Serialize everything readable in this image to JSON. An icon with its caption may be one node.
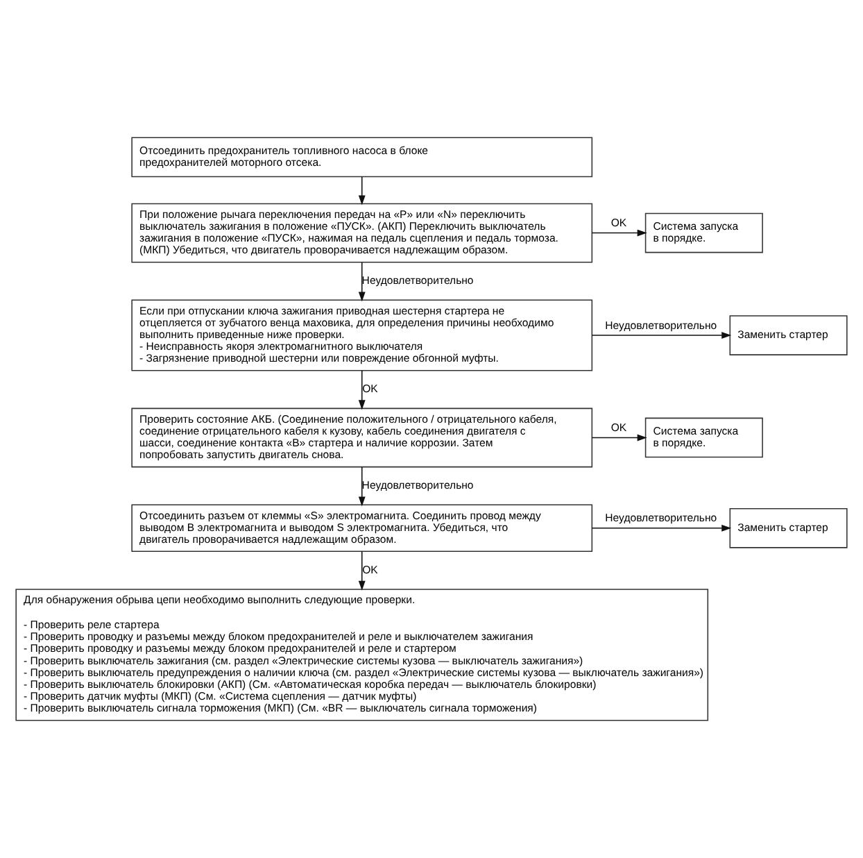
{
  "diagram": {
    "nodes": [
      {
        "text": [
          "Отсоединить предохранитель топливного насоса в блоке предохранителей моторного отсека."
        ]
      },
      {
        "text": [
          "При положение рычага переключения передач на «P» или «N» переключить выключатель зажигания в положение «ПУСК». (АКП) Переключить выключатель зажигания в положение «ПУСК», нажимая на педаль сцепления и педаль тормоза. (МКП) Убедиться, что двигатель проворачивается надлежащим образом."
        ]
      },
      {
        "text": [
          "Система запуска в порядке."
        ]
      },
      {
        "text": [
          "Если при отпускании ключа зажигания приводная шестерня стартера не отцепляется от зубчатого венца маховика, для определения причины необходимо выполнить приведенные ниже проверки.",
          "- Неисправность якоря электромагнитного выключателя",
          "- Загрязнение приводной шестерни или повреждение обгонной муфты."
        ]
      },
      {
        "text": [
          "Заменить стартер"
        ]
      },
      {
        "text": [
          "Проверить состояние АКБ. (Соединение положительного / отрицательного кабеля, соединение отрицательного кабеля к кузову, кабель соединения двигателя с шасси, соединение контакта «B» стартера и наличие коррозии. Затем попробовать запустить двигатель снова."
        ]
      },
      {
        "text": [
          "Система запуска в порядке."
        ]
      },
      {
        "text": [
          "Отсоединить разъем от клеммы «S» электромагнита. Соединить провод между выводом B электромагнита и выводом S электромагнита. Убедиться, что двигатель проворачивается надлежащим образом."
        ]
      },
      {
        "text": [
          "Заменить стартер"
        ]
      },
      {
        "text": [
          "Для обнаружения обрыва цепи необходимо выполнить следующие проверки.",
          "- Проверить реле стартера",
          "- Проверить проводку и разъемы между блоком предохранителей и реле и выключателем зажигания",
          "- Проверить проводку и разъемы между блоком предохранителей и реле и стартером",
          "- Проверить выключатель зажигания (см. раздел «Электрические системы кузова — выключатель зажигания»)",
          "- Проверить выключатель предупреждения о наличии ключа (см. раздел «Электрические системы кузова — выключатель зажигания»)",
          "- Проверить выключатель блокировки (АКП) (См. «Автоматическая коробка передач — выключатель блокировки)",
          "- Проверить датчик муфты (МКП) (См. «Система сцепления — датчик муфты)",
          "- Проверить выключатель сигнала торможения (МКП) (См. «BR — выключатель сигнала торможения)"
        ]
      }
    ],
    "edges": [
      {
        "from": 0,
        "to": 1,
        "arrow": "to"
      },
      {
        "from": 1,
        "to": 2,
        "arrow": "to",
        "label": "OK"
      },
      {
        "from": 1,
        "to": 3,
        "arrow": "to",
        "label": "Неудовлетворительно"
      },
      {
        "from": 3,
        "to": 4,
        "arrow": "to",
        "label": "Неудовлетворительно"
      },
      {
        "from": 3,
        "to": 5,
        "arrow": "to",
        "label": "OK"
      },
      {
        "from": 5,
        "to": 6,
        "arrow": "to",
        "label": "OK"
      },
      {
        "from": 5,
        "to": 7,
        "arrow": "to",
        "label": "Неудовлетворительно"
      },
      {
        "from": 7,
        "to": 8,
        "arrow": "to",
        "label": "Неудовлетворительно"
      },
      {
        "from": 7,
        "to": 9,
        "arrow": "to",
        "label": "OK"
      }
    ]
  }
}
